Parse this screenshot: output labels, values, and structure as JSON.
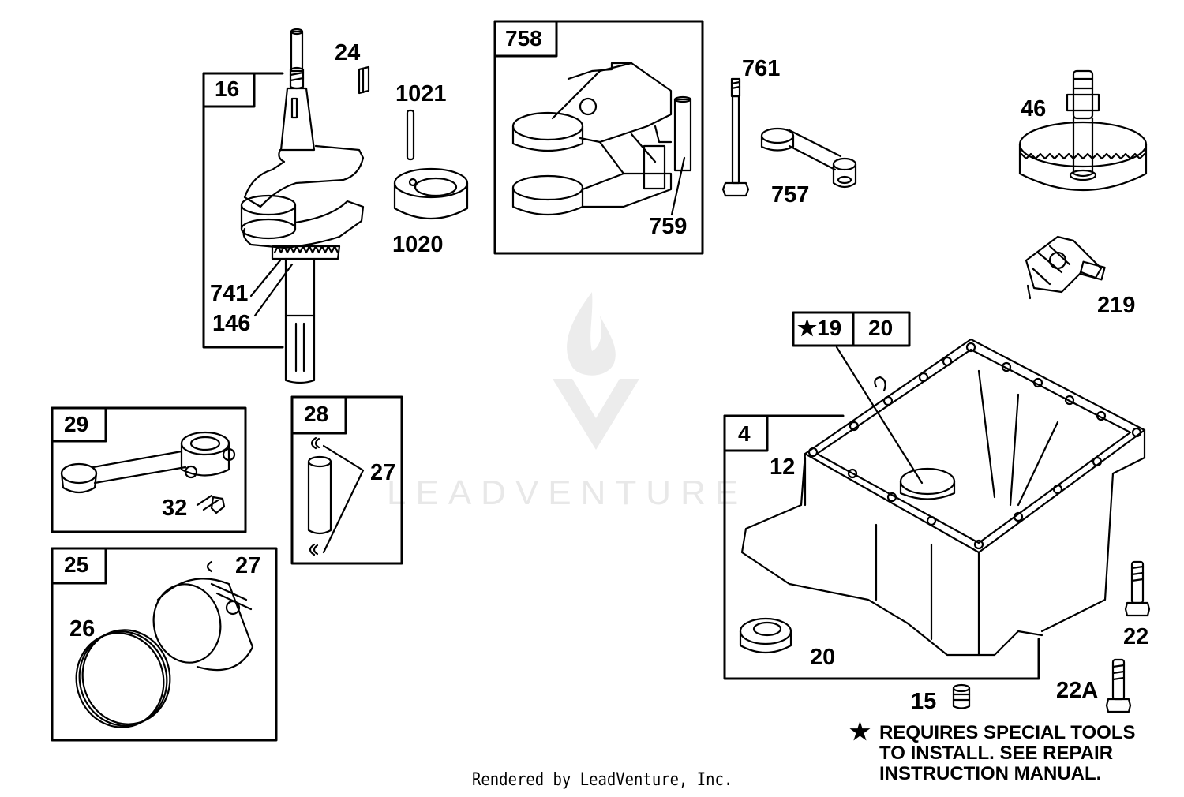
{
  "watermark": {
    "text": "LEADVENTURE"
  },
  "group_boxes": {
    "crankshaft": "16",
    "cylinder_head_box": "758",
    "connecting_rod_box": "29",
    "piston_pin_box": "28",
    "piston_box": "25",
    "sump_box": "4",
    "seal_box_star": "★19",
    "seal_box": "20"
  },
  "part_labels": {
    "p24": "24",
    "p1021": "1021",
    "p1020": "1020",
    "p741": "741",
    "p146": "146",
    "p759": "759",
    "p761": "761",
    "p757": "757",
    "p46": "46",
    "p219": "219",
    "p32": "32",
    "p27a": "27",
    "p27b": "27",
    "p26": "26",
    "p12": "12",
    "p20": "20",
    "p22": "22",
    "p22A": "22A",
    "p15": "15"
  },
  "note": {
    "symbol": "★",
    "line1": "REQUIRES SPECIAL TOOLS",
    "line2": "TO INSTALL.  SEE REPAIR",
    "line3": "INSTRUCTION MANUAL."
  },
  "footer": {
    "text": "Rendered by LeadVenture, Inc."
  }
}
